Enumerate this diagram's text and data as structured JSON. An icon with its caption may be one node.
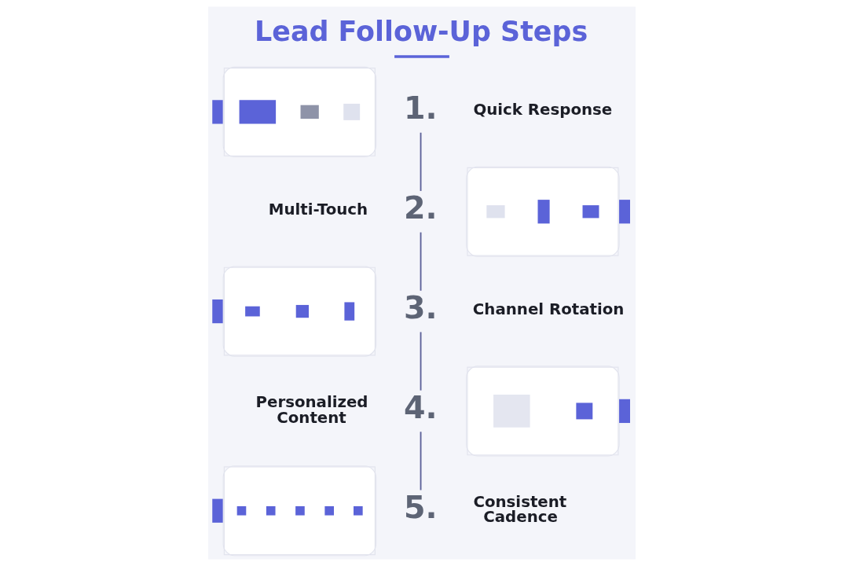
{
  "diagram": {
    "title": "Lead Follow-Up Steps",
    "nodes": [
      {
        "text": [],
        "shape": "picture"
      },
      {
        "text": [
          "1."
        ],
        "beside": [
          "Quick Response"
        ]
      },
      {
        "text": [
          "2."
        ],
        "beside": [
          "Multi-Touch"
        ]
      },
      {
        "text": [],
        "shape": "picture"
      },
      {
        "text": [],
        "shape": "picture"
      },
      {
        "text": [
          "3."
        ],
        "beside": [
          "Channel Rotation"
        ]
      },
      {
        "text": [
          "4."
        ],
        "beside": [
          "Personalized Content"
        ]
      },
      {
        "text": [],
        "shape": "picture"
      },
      {
        "text": [],
        "shape": "picture"
      },
      {
        "text": [
          "5."
        ],
        "beside": [
          "Consistent Cadence"
        ]
      }
    ],
    "edges": [
      {
        "from": 1,
        "to": 2,
        "arrow": "none"
      },
      {
        "from": 2,
        "to": 5,
        "arrow": "none"
      },
      {
        "from": 5,
        "to": 6,
        "arrow": "none"
      },
      {
        "from": 6,
        "to": 9,
        "arrow": "none"
      }
    ]
  }
}
